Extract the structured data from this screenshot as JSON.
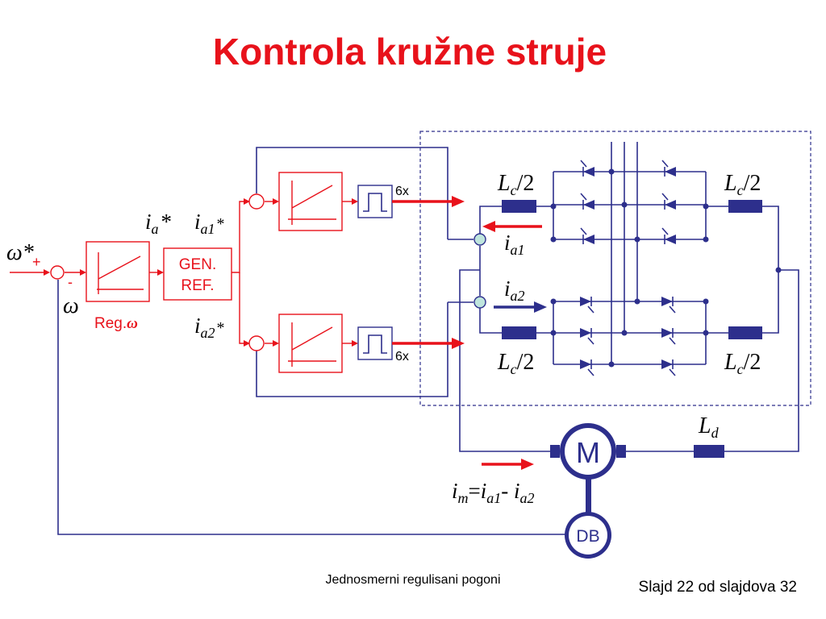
{
  "slide": {
    "title": "Kontrola kružne struje",
    "footer_center": "Jednosmerni regulisani pogoni",
    "footer_right": "Slajd 22 od slajdova 32"
  },
  "labels": {
    "omega_star": "ω*",
    "plus": "+",
    "minus": "-",
    "omega": "ω",
    "reg_text": "Reg.",
    "reg_symbol": "ω",
    "gen_line1": "GEN.",
    "gen_line2": "REF.",
    "ia_star_i": "i",
    "ia_star_sub": "a",
    "ia_star_star": "*",
    "ia1_star_i": "i",
    "ia1_star_sub": "a1",
    "ia1_star_star": "*",
    "ia2_star_i": "i",
    "ia2_star_sub": "a2",
    "ia2_star_star": "*",
    "sixx_top": "6x",
    "sixx_bottom": "6x",
    "ia1_i": "i",
    "ia1_sub": "a1",
    "ia2_i": "i",
    "ia2_sub": "a2",
    "lc_L": "L",
    "lc_sub": "c",
    "lc_rest": "/2",
    "ld_L": "L",
    "ld_sub": "d",
    "motor": "M",
    "db": "DB",
    "im_i": "i",
    "im_sub": "m",
    "im_eq": "=",
    "im_i1": "i",
    "im_sub1": "a1",
    "im_minus": "- ",
    "im_i2": "i",
    "im_sub2": "a2"
  },
  "colors": {
    "accent": "#e8121b",
    "wire": "#2d2f8c"
  }
}
